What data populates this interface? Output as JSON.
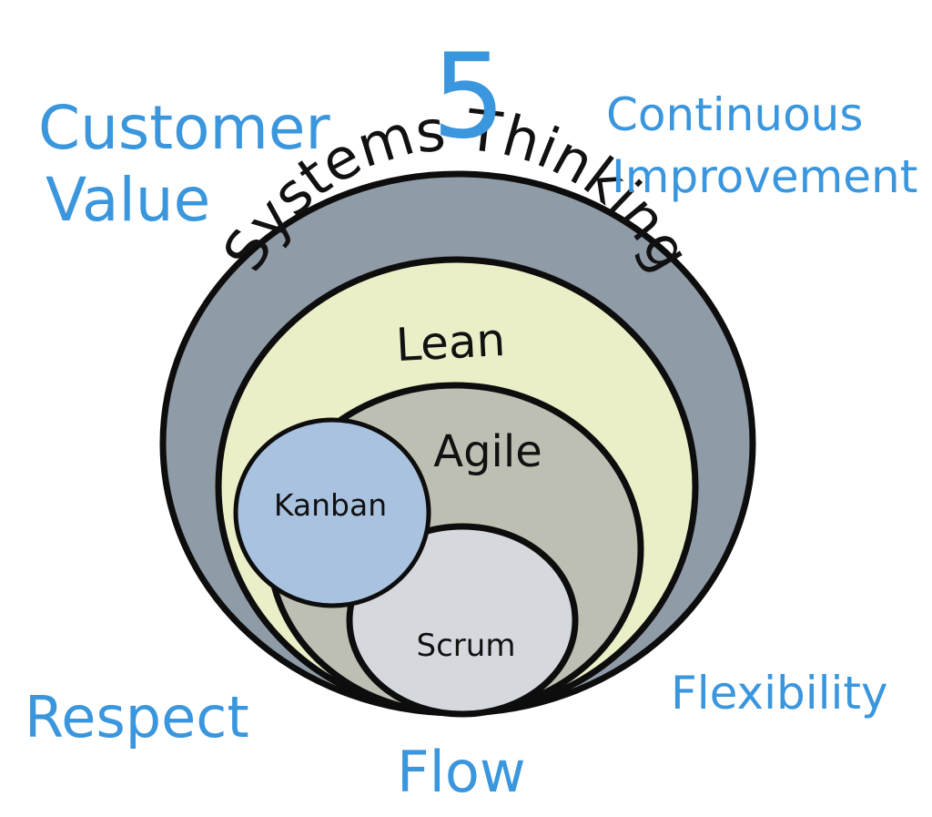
{
  "count": "5",
  "principles": {
    "customer_value_line1": "Customer",
    "customer_value_line2": "Value",
    "continuous_improvement_line1": "Continuous",
    "continuous_improvement_line2": "Improvement",
    "respect": "Respect",
    "flow": "Flow",
    "flexibility": "Flexibility"
  },
  "layers": {
    "systems_thinking": "Systems Thinking",
    "lean": "Lean",
    "agile": "Agile",
    "kanban": "Kanban",
    "scrum": "Scrum"
  },
  "colors": {
    "principle_text": "#3a96dd",
    "systems_thinking_fill": "#8f9ba6",
    "lean_fill": "#eaefc7",
    "agile_fill": "#bebfb3",
    "kanban_fill": "#a9c2df",
    "scrum_fill": "#d5d9de",
    "outline": "#0d0d0d"
  }
}
